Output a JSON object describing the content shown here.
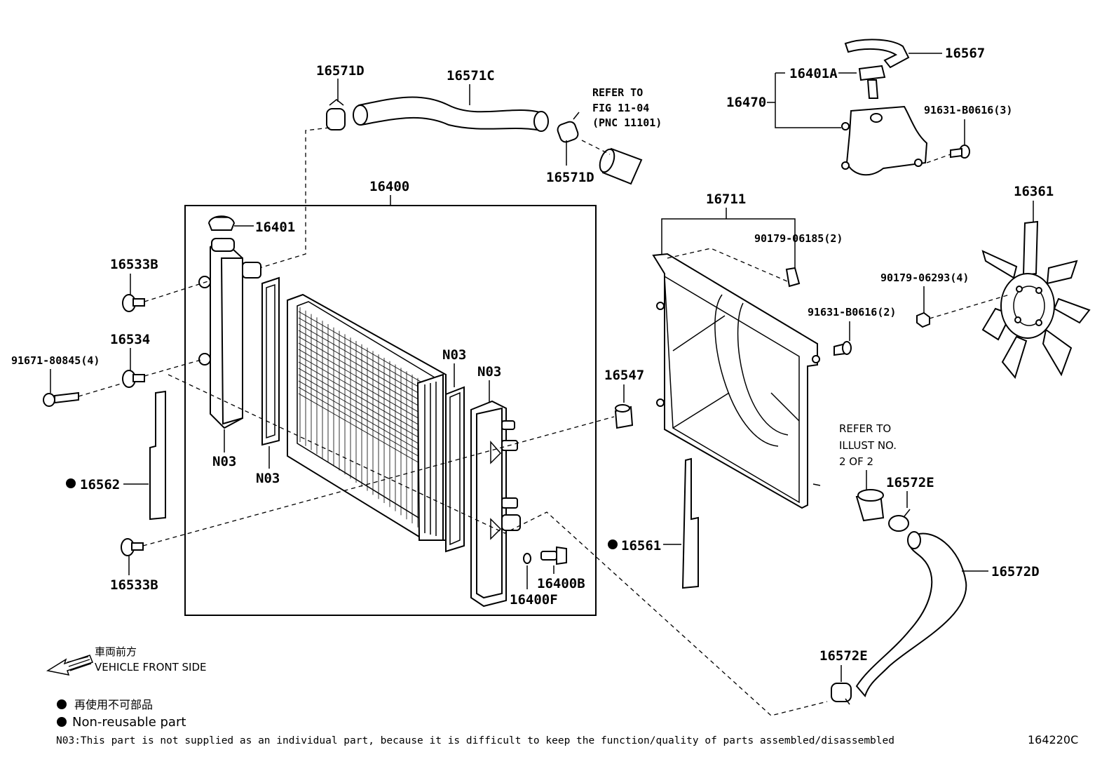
{
  "diagram_id": "164220C",
  "labels": {
    "p16571D_top": "16571D",
    "p16571C": "16571C",
    "p16571D_right": "16571D",
    "refer_fig": [
      "REFER TO",
      "FIG 11-04",
      "(PNC 11101)"
    ],
    "p16400": "16400",
    "p16401": "16401",
    "p16533B_top": "16533B",
    "p16534": "16534",
    "p91671": "91671-80845(4)",
    "p16562": "16562",
    "n03_a": "N03",
    "n03_b": "N03",
    "n03_c": "N03",
    "n03_d": "N03",
    "p16533B_bottom": "16533B",
    "p16547": "16547",
    "p16400B": "16400B",
    "p16400F": "16400F",
    "p16711": "16711",
    "p90179_06185": "90179-06185(2)",
    "p91631_mid": "91631-B0616(2)",
    "p16561": "16561",
    "p16567": "16567",
    "p16401A": "16401A",
    "p16470": "16470",
    "p91631_top": "91631-B0616(3)",
    "p16361": "16361",
    "p90179_06293": "90179-06293(4)",
    "refer_illust": [
      "REFER TO",
      "ILLUST NO.",
      "2 OF 2"
    ],
    "p16572E_top": "16572E",
    "p16572D": "16572D",
    "p16572E_bottom": "16572E"
  },
  "legend": {
    "direction_jp": "車両前方",
    "direction_en": "VEHICLE FRONT SIDE",
    "nonreuse_jp": "再使用不可部品",
    "nonreuse_en": "Non-reusable part",
    "n03_note": "N03:This part is not supplied as an individual part, because it is difficult to keep the function/quality of parts assembled/disassembled"
  }
}
